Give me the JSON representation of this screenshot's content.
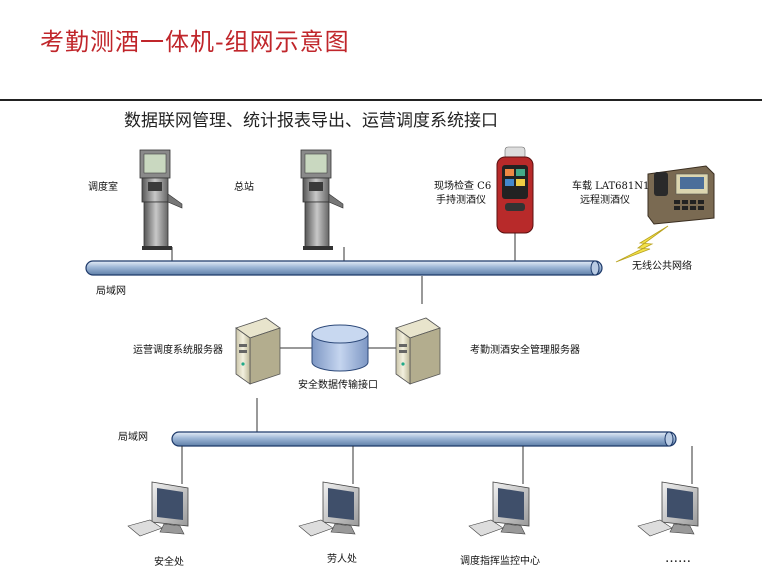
{
  "title": "考勤测酒一体机-组网示意图",
  "subtitle": "数据联网管理、统计报表导出、运营调度系统接口",
  "top_devices": {
    "dispatch_room": "调度室",
    "head_station": "总站",
    "handheld_line1": "现场检查 C6",
    "handheld_line2": "手持测酒仪",
    "vehicle_line1": "车载 LAT681N1",
    "vehicle_line2": "远程测酒仪",
    "wireless": "无线公共网络"
  },
  "lan_top": "局域网",
  "servers": {
    "ops_server": "运营调度系统服务器",
    "db_interface": "安全数据传输接口",
    "attendance_server": "考勤测酒安全管理服务器"
  },
  "lan_bottom": "局域网",
  "clients": [
    "安全处",
    "劳人处",
    "调度指挥监控中心",
    "……"
  ],
  "colors": {
    "title": "#c0262b",
    "bus": "#8ba8cc",
    "bus_edge": "#1e3a6a"
  }
}
